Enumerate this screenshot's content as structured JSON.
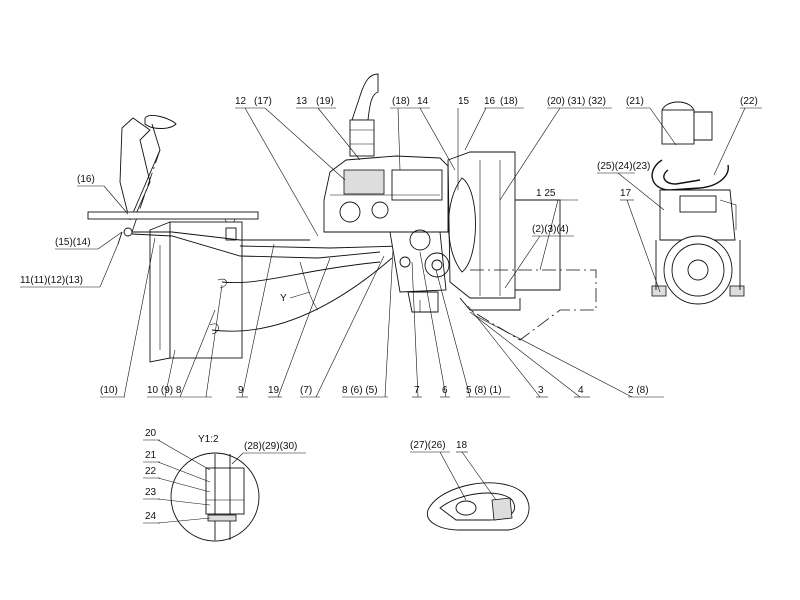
{
  "labels": {
    "top": [
      {
        "id": "lbl-12",
        "text": "12"
      },
      {
        "id": "lbl-17p",
        "text": "(17)"
      },
      {
        "id": "lbl-13",
        "text": "13"
      },
      {
        "id": "lbl-19p",
        "text": "(19)"
      },
      {
        "id": "lbl-18p-a",
        "text": "(18)"
      },
      {
        "id": "lbl-14",
        "text": "14"
      },
      {
        "id": "lbl-15",
        "text": "15"
      },
      {
        "id": "lbl-16",
        "text": "16"
      },
      {
        "id": "lbl-18p-b",
        "text": "(18)"
      },
      {
        "id": "lbl-20-31-32",
        "text": "(20) (31) (32)"
      },
      {
        "id": "lbl-21p",
        "text": "(21)"
      },
      {
        "id": "lbl-22p",
        "text": "(22)"
      }
    ],
    "left": [
      {
        "id": "lbl-16p",
        "text": "(16)"
      },
      {
        "id": "lbl-15-14",
        "text": "(15)(14)"
      },
      {
        "id": "lbl-11-11-12-13",
        "text": "11(11)(12)(13)"
      }
    ],
    "right": [
      {
        "id": "lbl-25-24-23",
        "text": "(25)(24)(23)"
      },
      {
        "id": "lbl-17",
        "text": "17"
      },
      {
        "id": "lbl-1-25",
        "text": "1   25"
      },
      {
        "id": "lbl-2-3-4",
        "text": "(2)(3)(4)"
      },
      {
        "id": "lbl-y",
        "text": "Y"
      }
    ],
    "bottom": [
      {
        "id": "lbl-10p",
        "text": "(10)"
      },
      {
        "id": "lbl-10-9-8",
        "text": "10   (9)  8"
      },
      {
        "id": "lbl-9",
        "text": "9"
      },
      {
        "id": "lbl-19",
        "text": "19"
      },
      {
        "id": "lbl-7p",
        "text": "(7)"
      },
      {
        "id": "lbl-8-6-5",
        "text": "8 (6) (5)"
      },
      {
        "id": "lbl-7",
        "text": "7"
      },
      {
        "id": "lbl-6",
        "text": "6"
      },
      {
        "id": "lbl-5-8-1",
        "text": "5  (8) (1)"
      },
      {
        "id": "lbl-3",
        "text": "3"
      },
      {
        "id": "lbl-4",
        "text": "4"
      },
      {
        "id": "lbl-2-8",
        "text": "2  (8)"
      }
    ],
    "detail_y": [
      {
        "id": "lbl-20",
        "text": "20"
      },
      {
        "id": "lbl-y12",
        "text": "Y1:2"
      },
      {
        "id": "lbl-28-29-30",
        "text": "(28)(29)(30)"
      },
      {
        "id": "lbl-21",
        "text": "21"
      },
      {
        "id": "lbl-22",
        "text": "22"
      },
      {
        "id": "lbl-23",
        "text": "23"
      },
      {
        "id": "lbl-24",
        "text": "24"
      }
    ],
    "detail_clip": [
      {
        "id": "lbl-27-26",
        "text": "(27)(26)"
      },
      {
        "id": "lbl-18",
        "text": "18"
      }
    ]
  }
}
